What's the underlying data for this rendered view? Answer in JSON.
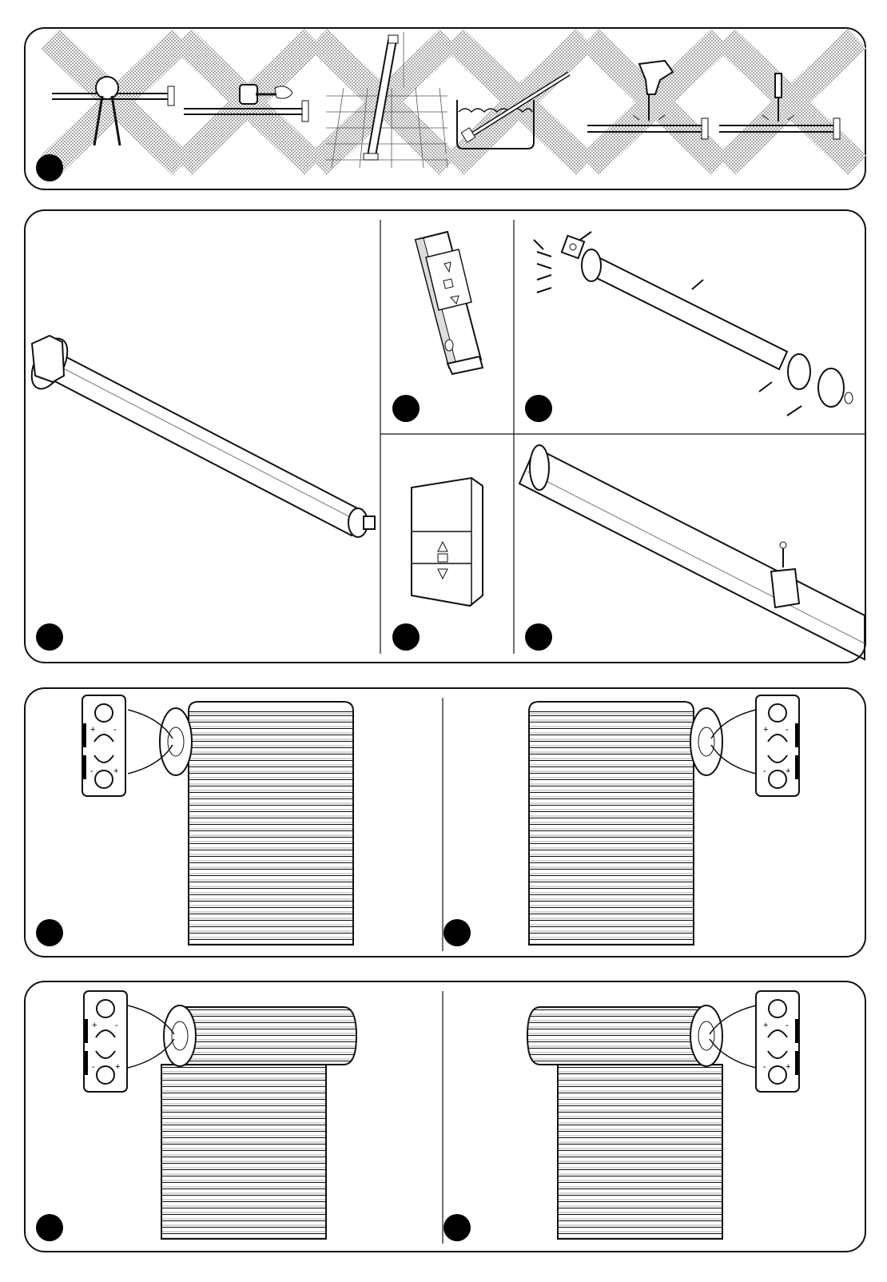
{
  "colors": {
    "ink": "#111111",
    "cross": "#b5b5b5",
    "badge": "#000000",
    "background": "#ffffff"
  },
  "icons": {
    "remote_arrows": [
      "triangle-up-icon",
      "square-stop-icon",
      "triangle-down-icon"
    ],
    "wall_switch_arrows": [
      "triangle-up-icon",
      "square-stop-icon",
      "triangle-down-icon"
    ],
    "adjuster_signs": [
      "+",
      "-"
    ]
  },
  "rows": [
    {
      "id": "warnings",
      "items": [
        "pliers",
        "hammer",
        "drop",
        "water",
        "drill",
        "screwdriver"
      ]
    },
    {
      "id": "components",
      "items": [
        "motor",
        "remote",
        "accessories",
        "switch",
        "installed"
      ]
    },
    {
      "id": "limit-left-right",
      "items": [
        "left",
        "right"
      ]
    },
    {
      "id": "limit-top-roll",
      "items": [
        "left",
        "right"
      ]
    }
  ]
}
